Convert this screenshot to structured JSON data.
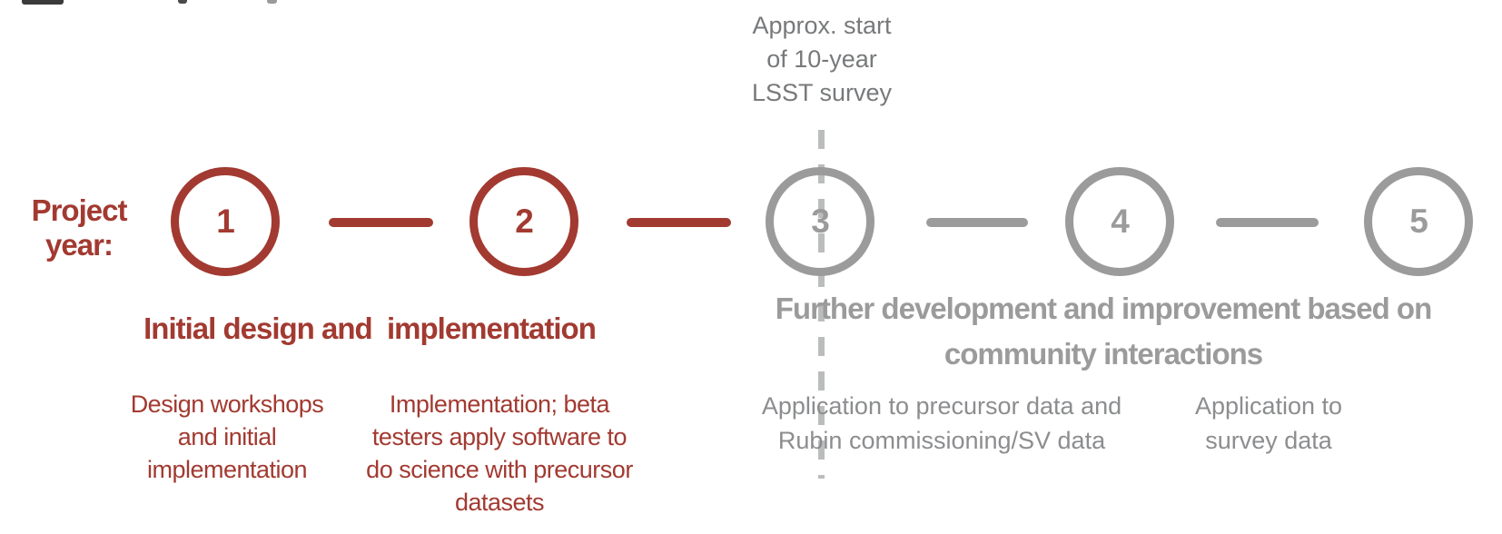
{
  "colors": {
    "phase1_red": "#A23A31",
    "phase2_gray": "#9B9B9B",
    "annotation_gray": "#77797B",
    "milestone_gray": "#8C8D8F",
    "dashed_line_gray": "#BBBDBD",
    "background": "#FFFFFF"
  },
  "annotation": {
    "label": "Approx. start\nof 10-year\nLSST survey"
  },
  "axis": {
    "label": "Project\nyear:"
  },
  "timeline": {
    "nodes": [
      {
        "number": "1",
        "phase": 1
      },
      {
        "number": "2",
        "phase": 1
      },
      {
        "number": "3",
        "phase": 2
      },
      {
        "number": "4",
        "phase": 2
      },
      {
        "number": "5",
        "phase": 2
      }
    ]
  },
  "phases": [
    {
      "heading": "Initial design and  implementation"
    },
    {
      "heading": "Further development and improvement based on\ncommunity interactions"
    }
  ],
  "milestones": [
    {
      "text": "Design workshops\nand initial\nimplementation",
      "phase": 1
    },
    {
      "text": "Implementation; beta\ntesters apply software to\ndo science with precursor\ndatasets",
      "phase": 1
    },
    {
      "text": "Application to precursor data and\nRubin commissioning/SV data",
      "phase": 2
    },
    {
      "text": "Application to\nsurvey data",
      "phase": 2
    }
  ]
}
